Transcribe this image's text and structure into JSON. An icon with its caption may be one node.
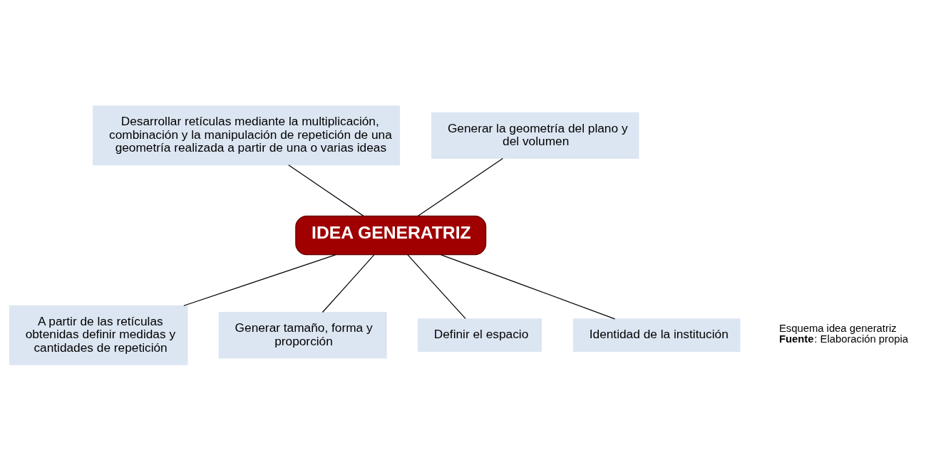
{
  "diagram": {
    "nodes": [
      {
        "text": [
          "Desarrollar retículas mediante la multiplicación, combinación y la manipulación de repetición de una geometría realizada a partir de una o varias ideas"
        ]
      },
      {
        "text": [
          "Generar la geometría del plano y del volumen"
        ]
      },
      {
        "text": [
          "IDEA GENERATRIZ"
        ]
      },
      {
        "text": [
          "A partir de las retículas obtenidas definir medidas y cantidades de repetición"
        ]
      },
      {
        "text": [
          "Generar tamaño, forma y proporción"
        ]
      },
      {
        "text": [
          "Definir el espacio"
        ]
      },
      {
        "text": [
          "Identidad de la institución"
        ]
      }
    ],
    "edges": [
      {
        "from": 0,
        "to": 2,
        "arrow": "none"
      },
      {
        "from": 1,
        "to": 2,
        "arrow": "none"
      },
      {
        "from": 2,
        "to": 3,
        "arrow": "none"
      },
      {
        "from": 2,
        "to": 4,
        "arrow": "none"
      },
      {
        "from": 2,
        "to": 5,
        "arrow": "none"
      },
      {
        "from": 2,
        "to": 6,
        "arrow": "none"
      }
    ],
    "labels": [
      "Esquema idea generatriz",
      "**Fuente**: Elaboración propia"
    ]
  }
}
